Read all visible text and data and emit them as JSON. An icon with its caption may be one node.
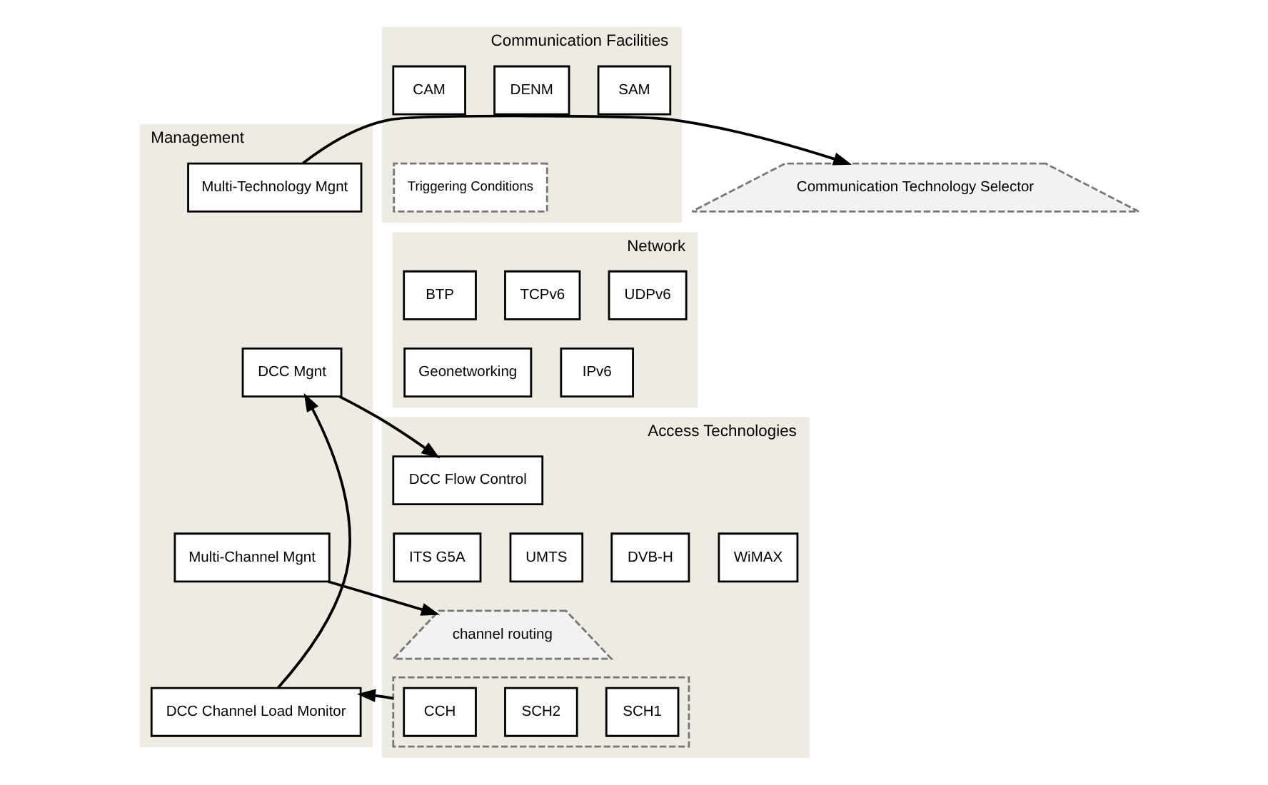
{
  "diagram": {
    "nodes": [
      {
        "text": [
          "Management"
        ]
      },
      {
        "text": [
          "Multi-Technology Mgnt"
        ],
        "in": 0
      },
      {
        "text": [
          "DCC Mgnt"
        ],
        "in": 0
      },
      {
        "text": [
          "Multi-Channel Mgnt"
        ],
        "in": 0
      },
      {
        "text": [
          "DCC Channel Load Monitor"
        ],
        "in": 0
      },
      {
        "text": [
          "Communication Facilities"
        ]
      },
      {
        "text": [
          "CAM"
        ],
        "in": 5
      },
      {
        "text": [
          "Triggering Conditions"
        ],
        "in": 5
      },
      {
        "text": [
          "DENM"
        ],
        "in": 5
      },
      {
        "text": [
          "SAM"
        ],
        "in": 5
      },
      {
        "text": [
          "Communication Technology Selector"
        ]
      },
      {
        "text": [
          "Network"
        ]
      },
      {
        "text": [
          "BTP"
        ],
        "in": 11
      },
      {
        "text": [
          "TCPv6"
        ],
        "in": 11
      },
      {
        "text": [
          "UDPv6"
        ],
        "in": 11
      },
      {
        "text": [
          "Geonetworking"
        ],
        "in": 11
      },
      {
        "text": [
          "IPv6"
        ],
        "in": 11
      },
      {
        "text": [
          "Access Technologies"
        ]
      },
      {
        "text": [
          "DCC Flow Control"
        ],
        "in": 17
      },
      {
        "text": [
          "ITS G5A"
        ],
        "in": 17
      },
      {
        "text": [
          "UMTS"
        ],
        "in": 17
      },
      {
        "text": [
          "DVB-H"
        ],
        "in": 17
      },
      {
        "text": [
          "WiMAX"
        ],
        "in": 17
      },
      {
        "text": [
          "channel routing"
        ],
        "in": 17
      },
      {
        "text": [],
        "shape": "box",
        "in": 17
      },
      {
        "text": [
          "CCH"
        ],
        "in": 24
      },
      {
        "text": [
          "SCH2"
        ],
        "in": 24
      },
      {
        "text": [
          "SCH1"
        ],
        "in": 24
      }
    ],
    "edges": [
      {
        "from": 1,
        "to": 10,
        "arrow": "to"
      },
      {
        "from": 2,
        "to": 18,
        "arrow": "to"
      },
      {
        "from": 3,
        "to": 23,
        "arrow": "to"
      },
      {
        "from": 4,
        "to": 2,
        "arrow": "to"
      },
      {
        "from": 24,
        "to": 4,
        "arrow": "to"
      }
    ]
  }
}
